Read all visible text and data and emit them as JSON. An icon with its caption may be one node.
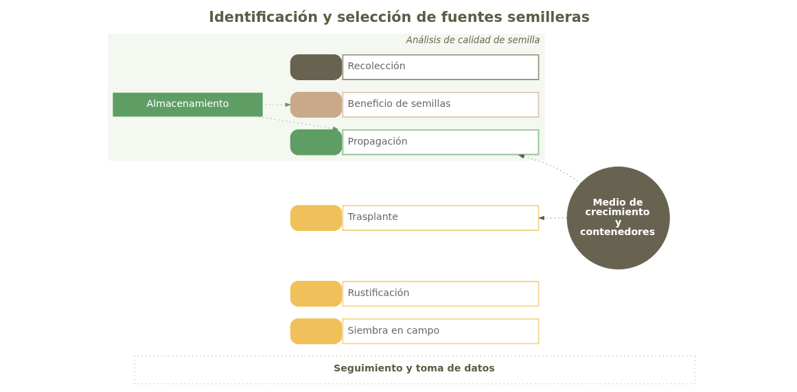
{
  "diagram": {
    "title": "Identificación y selección de fuentes semilleras",
    "nodes": [
      {
        "text": [
          "Análisis de calidad de semilla"
        ]
      },
      {
        "text": [
          "Recolección"
        ],
        "in": 0
      },
      {
        "text": [
          "Beneficio de semillas"
        ],
        "in": 0
      },
      {
        "text": [
          "Propagación"
        ],
        "in": 0
      },
      {
        "text": [
          "Trasplante"
        ]
      },
      {
        "text": [
          "Rustificación"
        ]
      },
      {
        "text": [
          "Siembra en campo"
        ]
      },
      {
        "text": [
          "Medio de crecimiento y contenedores"
        ]
      },
      {
        "text": [
          "Almacenamiento"
        ],
        "in": 0
      },
      {
        "text": [
          "Seguimiento y toma de datos"
        ]
      }
    ],
    "edges": [
      {
        "from": 7,
        "to": 3,
        "arrow": "to",
        "style": "dashed"
      },
      {
        "from": 7,
        "to": 4,
        "arrow": "to",
        "style": "dashed"
      },
      {
        "from": 8,
        "to": 2,
        "arrow": "to",
        "style": "dashed",
        "color": "#5e9e64"
      },
      {
        "from": 8,
        "to": 3,
        "arrow": "to",
        "style": "dashed",
        "color": "#5e9e64"
      }
    ]
  }
}
